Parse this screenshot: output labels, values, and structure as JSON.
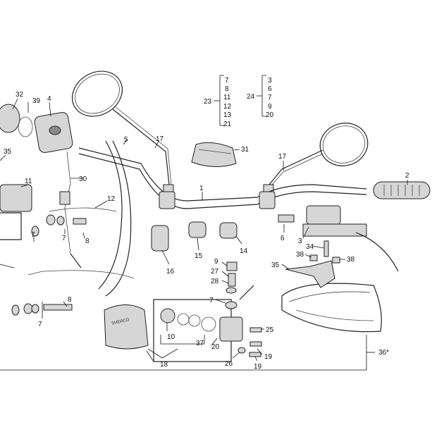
{
  "diagram": {
    "callouts": {
      "c1": "1",
      "c2": "2",
      "c3": "3",
      "c4": "4",
      "c5": "5",
      "c6": "6",
      "c7a": "7",
      "c7b": "7",
      "c7c": "7",
      "c7d": "7",
      "c8a": "8",
      "c8b": "8",
      "c9": "9",
      "c10": "10",
      "c11": "11",
      "c12": "12",
      "c14": "14",
      "c15": "15",
      "c16": "16",
      "c17a": "17",
      "c17b": "17",
      "c18": "18",
      "c19a": "19",
      "c19b": "19",
      "c20": "20",
      "c25": "25",
      "c26": "26",
      "c27": "27",
      "c28": "28",
      "c30": "30",
      "c31": "31",
      "c32": "32",
      "c34": "34",
      "c35a": "35",
      "c35b": "35",
      "c36": "36*",
      "c37": "37",
      "c38a": "38",
      "c38b": "38",
      "c39": "39"
    },
    "group23": {
      "label": "23",
      "items": [
        "7",
        "8",
        "11",
        "12",
        "13",
        "21"
      ]
    },
    "group24": {
      "label": "24",
      "items": [
        "3",
        "6",
        "7",
        "9",
        "20"
      ]
    },
    "grip_logo": "SHERCO"
  }
}
